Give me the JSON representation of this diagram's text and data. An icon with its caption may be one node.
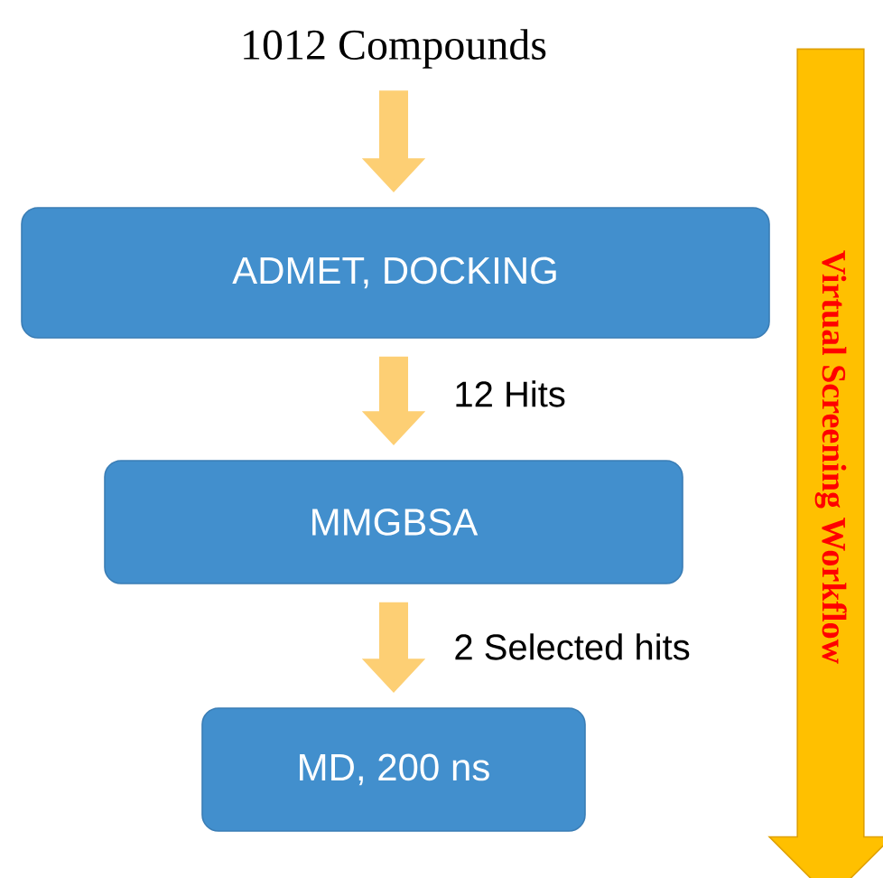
{
  "diagram": {
    "nodes": [
      {
        "text": [
          "1012 Compounds"
        ]
      },
      {
        "text": [
          "ADMET, DOCKING"
        ]
      },
      {
        "text": [
          "MMGBSA"
        ]
      },
      {
        "text": [
          "MD, 200 ns"
        ]
      },
      {
        "text": [
          "Virtual Screening Workflow"
        ]
      }
    ],
    "edges": [
      {
        "from": 0,
        "to": 1,
        "arrow": "to"
      },
      {
        "from": 1,
        "to": 2,
        "arrow": "to",
        "label": "12 Hits"
      },
      {
        "from": 2,
        "to": 3,
        "arrow": "to",
        "label": "2 Selected hits"
      }
    ]
  }
}
